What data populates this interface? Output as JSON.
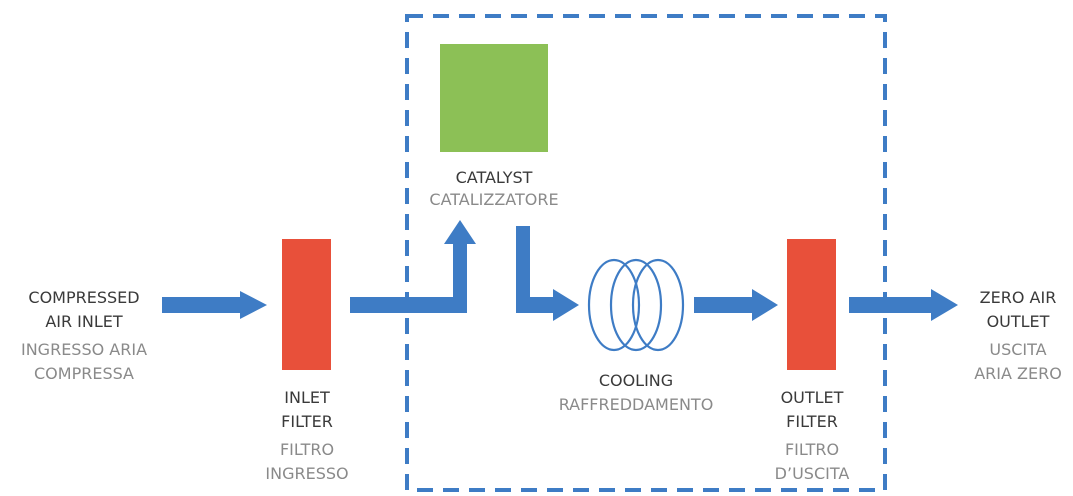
{
  "colors": {
    "arrow": "#3e7cc5",
    "filter_block": "#e8503a",
    "catalyst_block": "#8cc056",
    "frame_dash": "#3e7cc5",
    "text_primary": "#3a3a3a",
    "text_secondary": "#8a8a8a"
  },
  "inlet": {
    "en_line1": "COMPRESSED",
    "en_line2": "AIR INLET",
    "it_line1": "INGRESSO ARIA",
    "it_line2": "COMPRESSA"
  },
  "inlet_filter": {
    "en_line1": "INLET",
    "en_line2": "FILTER",
    "it_line1": "FILTRO",
    "it_line2": "INGRESSO"
  },
  "catalyst": {
    "en": "CATALYST",
    "it": "CATALIZZATORE"
  },
  "cooling": {
    "en": "COOLING",
    "it": "RAFFREDDAMENTO"
  },
  "outlet_filter": {
    "en_line1": "OUTLET",
    "en_line2": "FILTER",
    "it_line1": "FILTRO",
    "it_line2": "D’USCITA"
  },
  "outlet": {
    "en_line1": "ZERO AIR",
    "en_line2": "OUTLET",
    "it_line1": "USCITA",
    "it_line2": "ARIA ZERO"
  },
  "icons": {
    "flow_arrow": "arrow-right-icon",
    "cooling_coil": "cooling-coil-icon"
  }
}
